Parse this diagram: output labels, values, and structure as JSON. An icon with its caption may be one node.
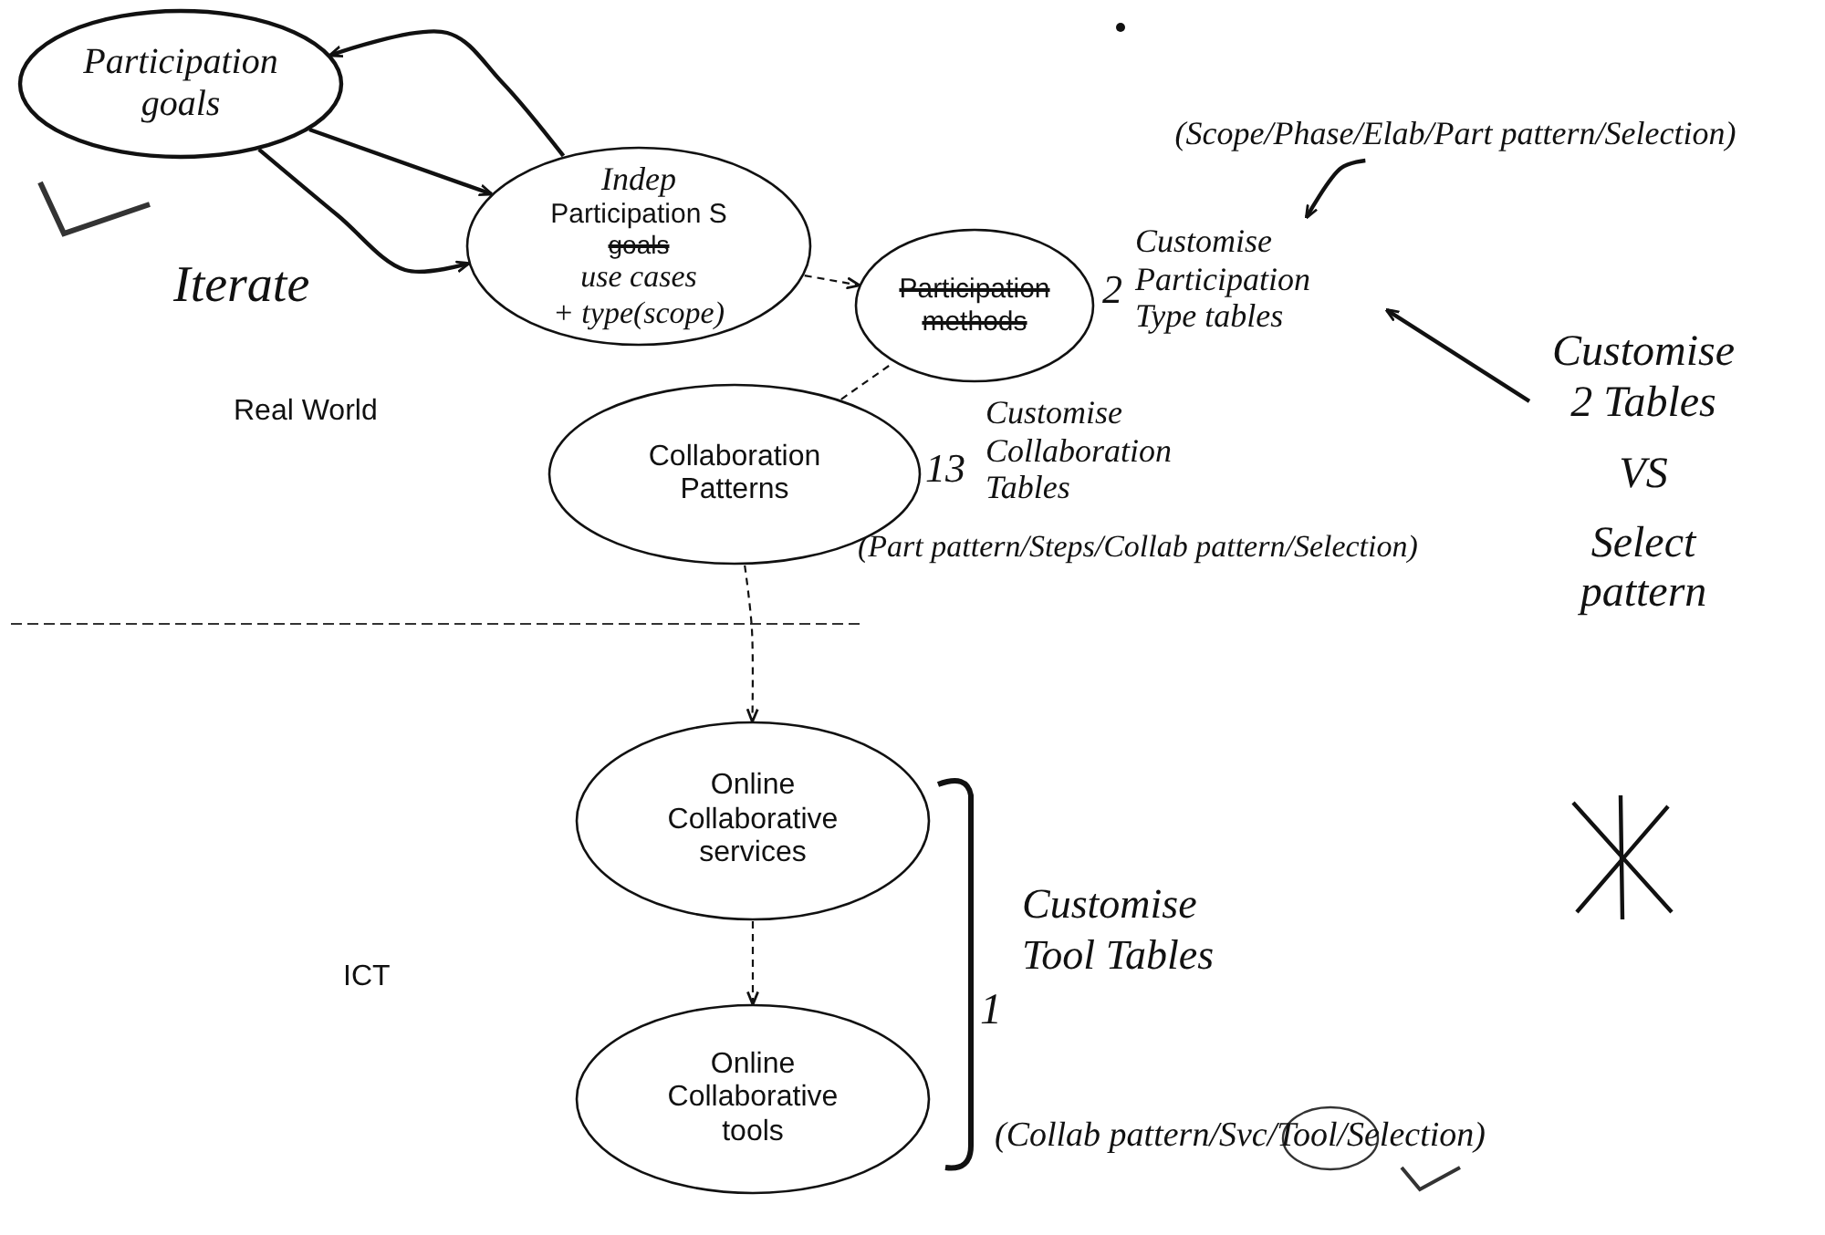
{
  "diagram": {
    "nodes": [
      {
        "text": [
          "Participation goals"
        ]
      },
      {
        "text": [
          "Indep",
          "Participation S",
          "goals",
          "use cases",
          "+ type(scope)"
        ]
      },
      {
        "text": [
          "(Scope/Phase/Elab/Part pattern/Selection)"
        ]
      },
      {
        "text": [
          "Participation",
          "methods"
        ],
        "beside": [
          "2",
          "Customise Participation Type tables"
        ]
      },
      {
        "text": [
          "Customise 2 Tables",
          "VS",
          "Select pattern"
        ]
      },
      {
        "text": [
          "Collaboration Patterns"
        ],
        "beside": [
          "13",
          "Customise Collaboration Tables",
          "(Part pattern/Steps/Collab pattern/Selection)"
        ]
      },
      {
        "text": [
          "Online Collaborative services"
        ]
      },
      {
        "text": [
          "Online Collaborative tools"
        ]
      }
    ],
    "edges": [
      {
        "from": 0,
        "to": 1,
        "arrow": "to"
      },
      {
        "from": 1,
        "to": 0,
        "arrow": "to"
      },
      {
        "from": 0,
        "to": 1,
        "arrow": "to"
      },
      {
        "from": 1,
        "to": 3,
        "arrow": "to",
        "style": "dashed"
      },
      {
        "from": 5,
        "to": 3,
        "arrow": "none",
        "style": "dashed"
      },
      {
        "from": 5,
        "to": 6,
        "arrow": "to",
        "style": "dashed"
      },
      {
        "from": 6,
        "to": 7,
        "arrow": "to",
        "style": "dashed"
      },
      {
        "from": 2,
        "to": 3,
        "arrow": "to"
      },
      {
        "from": 4,
        "to": null,
        "arrow": "to"
      }
    ],
    "labels": [
      "Iterate",
      "Real World",
      "ICT",
      "Customise Tool Tables",
      "1",
      "(Collab pattern/Svc/Tool/Selection)"
    ]
  }
}
